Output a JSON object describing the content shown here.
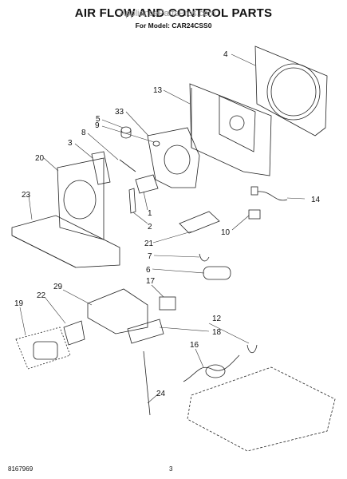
{
  "title": "AIR FLOW AND CONTROL PARTS",
  "subtitle": "For Model: CAR24CSS0",
  "watermark": "AppliancePartsPros.com",
  "footer": {
    "doc_number": "8167969",
    "page_number": "3"
  },
  "callouts": [
    "4",
    "13",
    "33",
    "5",
    "9",
    "8",
    "3",
    "20",
    "23",
    "14",
    "1",
    "2",
    "21",
    "10",
    "7",
    "6",
    "17",
    "29",
    "22",
    "19",
    "12",
    "18",
    "16",
    "24"
  ]
}
